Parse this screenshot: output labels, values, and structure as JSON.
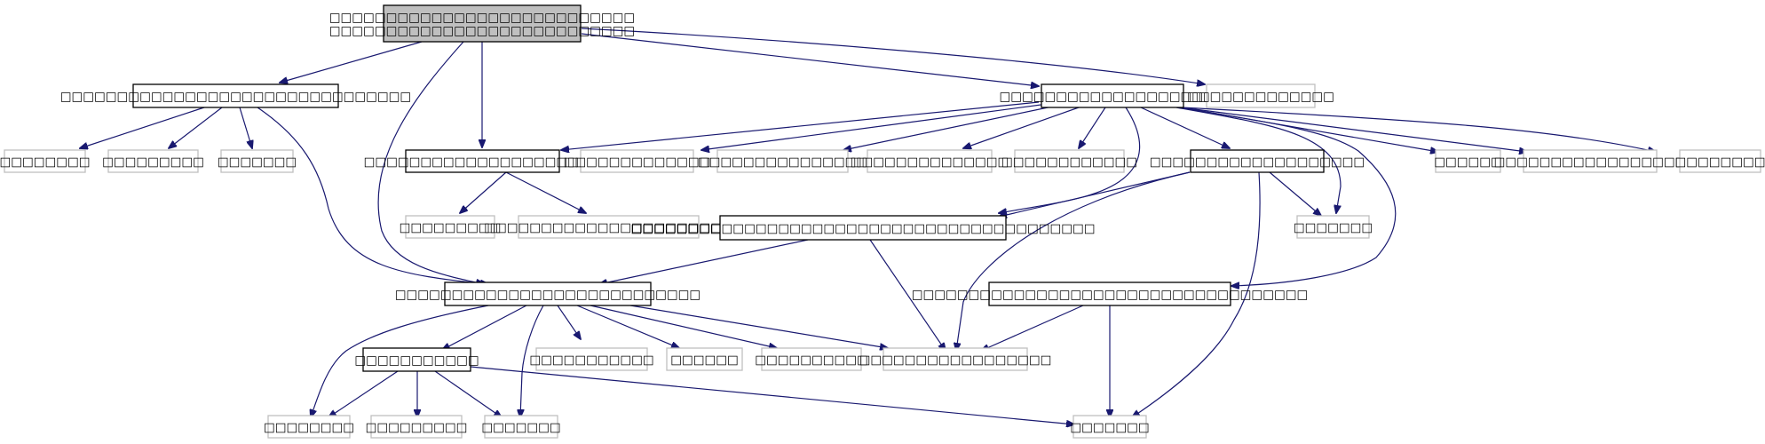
{
  "colors": {
    "edge": "#191970",
    "root_fill": "#bfbfbf",
    "root_border": "#000000",
    "node_border": "#000000",
    "leaf_border": "#bfbfbf",
    "background": "#ffffff"
  },
  "nodes": [
    {
      "id": "root",
      "type": "root",
      "lines": [
        "□□□□□□□□□□□□□□□□□□□□□□□□□□□",
        "□□□□□□□□□□□□□□□□□□□□□□□□□□□"
      ]
    },
    {
      "id": "n_left",
      "type": "node",
      "lines": [
        "□□□□□□□□□□□□□□□□□□□□□□□□□□□□□□□"
      ]
    },
    {
      "id": "n_mid",
      "type": "node",
      "lines": [
        "□□□□□□□□□□□□□□□□□□□□□"
      ]
    },
    {
      "id": "n_right",
      "type": "node",
      "lines": [
        "□□□□□□□□□□□□□□□□□□□□"
      ]
    },
    {
      "id": "l_right_a",
      "type": "leaf",
      "lines": [
        "□□□□□□□□□□□□□"
      ]
    },
    {
      "id": "l_left1",
      "type": "leaf",
      "lines": [
        "□□□□□□□□"
      ]
    },
    {
      "id": "l_left2",
      "type": "leaf",
      "lines": [
        "□□□□□□□□□"
      ]
    },
    {
      "id": "l_left3",
      "type": "leaf",
      "lines": [
        "□□□□□□□"
      ]
    },
    {
      "id": "l_r1",
      "type": "leaf",
      "lines": [
        "□□□□□□□□□□□□□"
      ]
    },
    {
      "id": "l_r2",
      "type": "leaf",
      "lines": [
        "□□□□□□□□□□□□□□□"
      ]
    },
    {
      "id": "l_r3",
      "type": "leaf",
      "lines": [
        "□□□□□□□□□□□□□□"
      ]
    },
    {
      "id": "l_r4",
      "type": "leaf",
      "lines": [
        "□□□□□□□□□□□□"
      ]
    },
    {
      "id": "n_r5",
      "type": "node",
      "lines": [
        "□□□□□□□□□□□□□□□□□□□"
      ]
    },
    {
      "id": "l_r6",
      "type": "leaf",
      "lines": [
        "□□□□□□"
      ]
    },
    {
      "id": "l_r7",
      "type": "leaf",
      "lines": [
        "□□□□□□□□□□□□□□□□□"
      ]
    },
    {
      "id": "l_r8",
      "type": "leaf",
      "lines": [
        "□□□□□□□□"
      ]
    },
    {
      "id": "l_m1",
      "type": "leaf",
      "lines": [
        "□□□□□□□□□"
      ]
    },
    {
      "id": "l_m2",
      "type": "leaf",
      "lines": [
        "□□□□□□□□□□□□□□□□□□□□□□"
      ]
    },
    {
      "id": "n_long",
      "type": "node",
      "lines": [
        "□□□□□□□□□□□□□□□□□□□□□□□□□□□□□□□□□□□□□□□□□"
      ]
    },
    {
      "id": "l_r5a",
      "type": "leaf",
      "lines": [
        "□□□□□□□"
      ]
    },
    {
      "id": "n_center",
      "type": "node",
      "lines": [
        "□□□□□□□□□□□□□□□□□□□□□□□□□□□"
      ]
    },
    {
      "id": "n_right2",
      "type": "node",
      "lines": [
        "□□□□□□□□□□□□□□□□□□□□□□□□□□□□□□□□□□□"
      ]
    },
    {
      "id": "n_low",
      "type": "node",
      "lines": [
        "□□□□□□□□□□□"
      ]
    },
    {
      "id": "l_c1",
      "type": "leaf",
      "lines": [
        "□□□□□□□□□□□"
      ]
    },
    {
      "id": "l_c2",
      "type": "leaf",
      "lines": [
        "□□□□□□"
      ]
    },
    {
      "id": "l_c3",
      "type": "leaf",
      "lines": [
        "□□□□□□□□□□"
      ]
    },
    {
      "id": "l_c4",
      "type": "leaf",
      "lines": [
        "□□□□□□□□□□□□□□□□□"
      ]
    },
    {
      "id": "l_b1",
      "type": "leaf",
      "lines": [
        "□□□□□□□□"
      ]
    },
    {
      "id": "l_b2",
      "type": "leaf",
      "lines": [
        "□□□□□□□□□"
      ]
    },
    {
      "id": "l_b3",
      "type": "leaf",
      "lines": [
        "□□□□□□□"
      ]
    },
    {
      "id": "l_b4",
      "type": "leaf",
      "lines": [
        "□□□□□□□"
      ]
    }
  ],
  "edges": [
    [
      "root",
      "n_left"
    ],
    [
      "root",
      "n_center"
    ],
    [
      "root",
      "n_mid"
    ],
    [
      "root",
      "n_right"
    ],
    [
      "root",
      "l_right_a"
    ],
    [
      "n_left",
      "l_left1"
    ],
    [
      "n_left",
      "l_left2"
    ],
    [
      "n_left",
      "l_left3"
    ],
    [
      "n_left",
      "n_center"
    ],
    [
      "n_right",
      "n_mid"
    ],
    [
      "n_right",
      "l_r1"
    ],
    [
      "n_right",
      "l_r2"
    ],
    [
      "n_right",
      "l_r3"
    ],
    [
      "n_right",
      "l_r4"
    ],
    [
      "n_right",
      "n_r5"
    ],
    [
      "n_right",
      "n_long"
    ],
    [
      "n_right",
      "l_r5a"
    ],
    [
      "n_right",
      "l_r6"
    ],
    [
      "n_right",
      "l_r7"
    ],
    [
      "n_right",
      "l_r8"
    ],
    [
      "n_right",
      "n_right2"
    ],
    [
      "n_mid",
      "l_m1"
    ],
    [
      "n_mid",
      "l_m2"
    ],
    [
      "n_r5",
      "n_long"
    ],
    [
      "n_r5",
      "l_r5a"
    ],
    [
      "n_r5",
      "l_c4"
    ],
    [
      "n_r5",
      "l_b4"
    ],
    [
      "n_long",
      "n_center"
    ],
    [
      "n_long",
      "l_c4"
    ],
    [
      "n_right2",
      "l_c4"
    ],
    [
      "n_right2",
      "l_b4"
    ],
    [
      "n_center",
      "n_low"
    ],
    [
      "n_center",
      "l_b1"
    ],
    [
      "n_center",
      "l_b3"
    ],
    [
      "n_center",
      "l_c1"
    ],
    [
      "n_center",
      "l_c2"
    ],
    [
      "n_center",
      "l_c3"
    ],
    [
      "n_center",
      "l_c4"
    ],
    [
      "n_low",
      "l_b1"
    ],
    [
      "n_low",
      "l_b2"
    ],
    [
      "n_low",
      "l_b3"
    ],
    [
      "n_low",
      "l_b4"
    ]
  ]
}
